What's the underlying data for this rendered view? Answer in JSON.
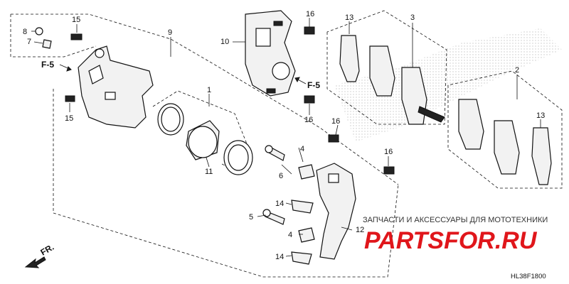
{
  "labels": {
    "p1": "1",
    "p2": "2",
    "p3": "3",
    "p4a": "4",
    "p4b": "4",
    "p5": "5",
    "p6": "6",
    "p7": "7",
    "p8": "8",
    "p9": "9",
    "p10": "10",
    "p11": "11",
    "p12": "12",
    "p13a": "13",
    "p13b": "13",
    "p14a": "14",
    "p14b": "14",
    "p15a": "15",
    "p15b": "15",
    "p16a": "16",
    "p16b": "16",
    "p16c": "16",
    "p16d": "16"
  },
  "refs": {
    "f5_left": "F-5",
    "f5_right": "F-5",
    "front": "FR."
  },
  "watermark": {
    "caption": "ЗАПЧАСТИ И АКСЕССУАРЫ ДЛЯ МОТОТЕХНИКИ",
    "logo": "PARTSFOR.RU",
    "color": "#e0161b"
  },
  "diagram_code": "HL38F1800"
}
